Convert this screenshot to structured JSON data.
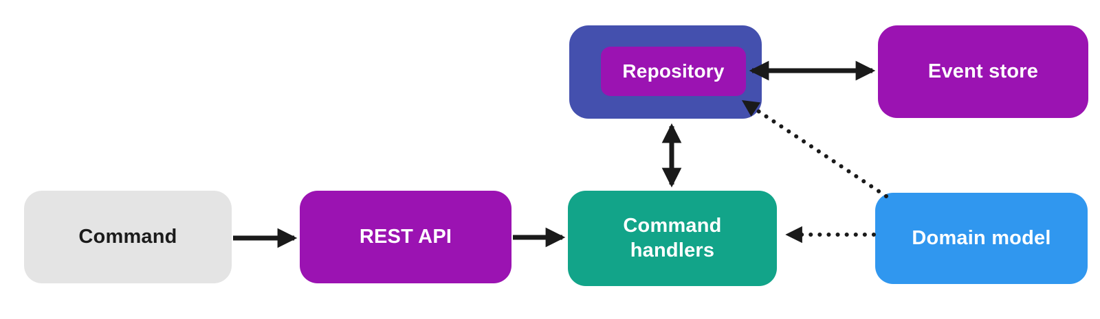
{
  "diagram": {
    "colors": {
      "background": "#ffffff",
      "purple": "#9B13B2",
      "indigo": "#4450AE",
      "teal": "#12A489",
      "blue": "#3097EF",
      "gray": "#E4E4E4",
      "arrow_black": "#1a1a1a"
    },
    "nodes": {
      "command": {
        "label": "Command",
        "color": "#E4E4E4",
        "text_color": "#1b1b1b"
      },
      "rest_api": {
        "label": "REST API",
        "color": "#9B13B2",
        "text_color": "#ffffff"
      },
      "command_handlers": {
        "label": "Command handlers",
        "color": "#12A489",
        "text_color": "#ffffff"
      },
      "repository_container": {
        "color": "#4450AE"
      },
      "repository": {
        "label": "Repository",
        "color": "#9B13B2",
        "text_color": "#ffffff"
      },
      "event_store": {
        "label": "Event store",
        "color": "#9B13B2",
        "text_color": "#ffffff"
      },
      "domain_model": {
        "label": "Domain model",
        "color": "#3097EF",
        "text_color": "#ffffff"
      }
    },
    "edges": [
      {
        "from": "command",
        "to": "rest_api",
        "line": "solid",
        "arrows": "one-way"
      },
      {
        "from": "rest_api",
        "to": "command_handlers",
        "line": "solid",
        "arrows": "one-way"
      },
      {
        "from": "command_handlers",
        "to": "repository",
        "line": "solid",
        "arrows": "two-way"
      },
      {
        "from": "repository",
        "to": "event_store",
        "line": "solid",
        "arrows": "two-way"
      },
      {
        "from": "domain_model",
        "to": "command_handlers",
        "line": "dotted",
        "arrows": "one-way"
      },
      {
        "from": "domain_model",
        "to": "repository",
        "line": "dotted",
        "arrows": "one-way"
      }
    ]
  }
}
